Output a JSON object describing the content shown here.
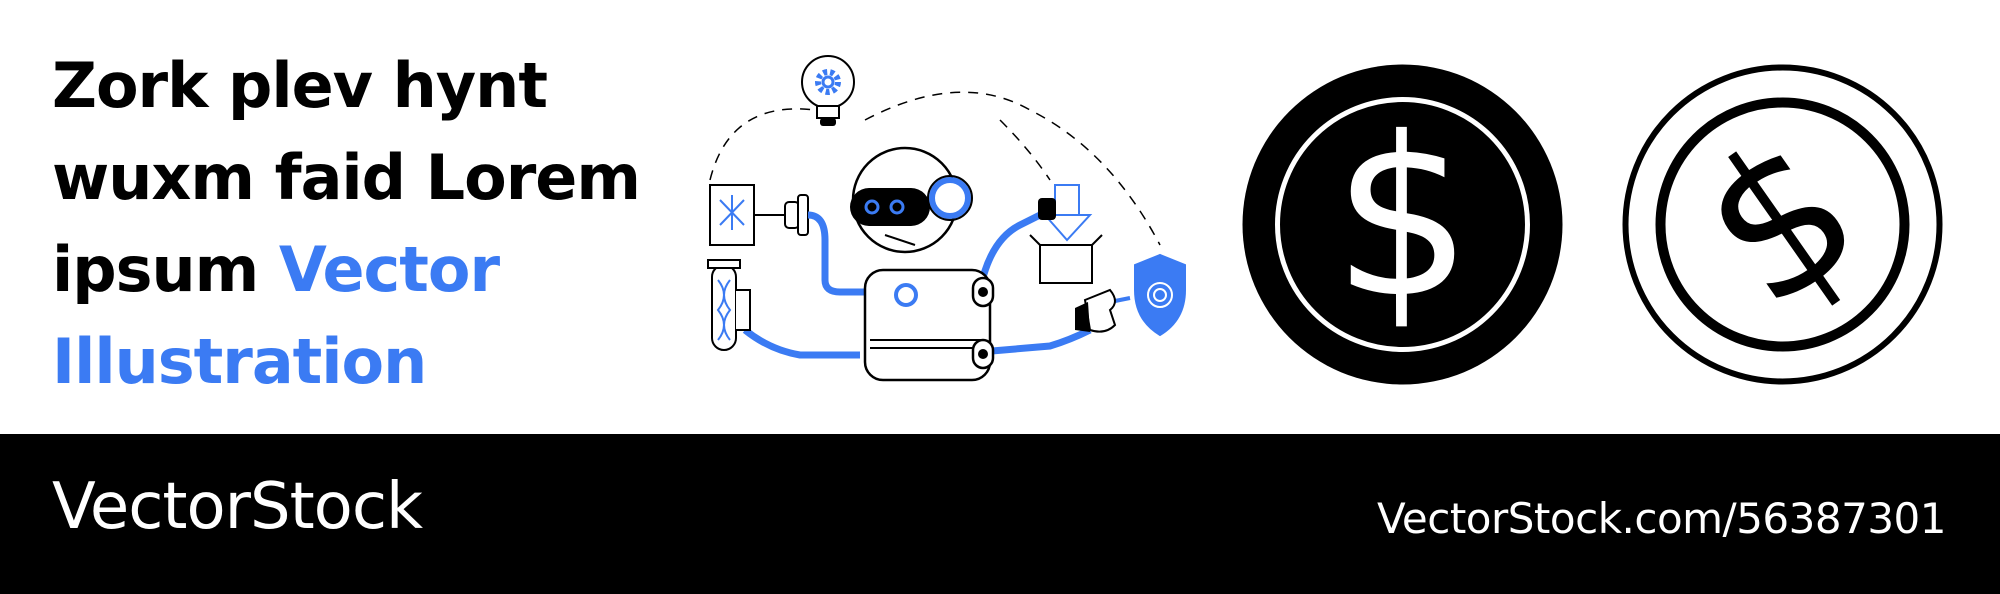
{
  "headline": {
    "line1": "Zork plev hynt",
    "line2": "wuxm faid Lorem",
    "line3_plain": "ipsum",
    "line3_accent": "Vector",
    "line4_accent": "Illustration"
  },
  "footer": {
    "brand": "VectorStock",
    "url": "VectorStock.com/56387301"
  },
  "coins": {
    "solid_symbol": "$",
    "outline_symbol": "$"
  },
  "colors": {
    "accent": "#3b7bf3",
    "text": "#000000",
    "footer_bg": "#000000",
    "footer_text": "#ffffff"
  },
  "icons": [
    "lightbulb-gear-icon",
    "robot-icon",
    "dna-test-tube-icon",
    "microscope-slide-icon",
    "download-box-icon",
    "fingerprint-shield-icon",
    "dollar-coin-solid-icon",
    "dollar-coin-outline-icon"
  ]
}
